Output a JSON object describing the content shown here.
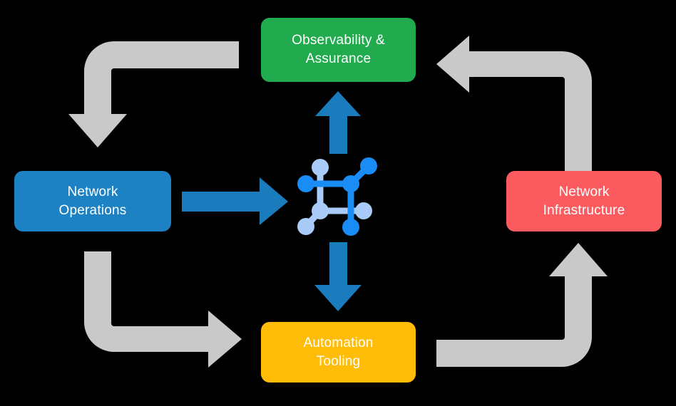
{
  "diagram": {
    "type": "cycle-diagram",
    "background_color": "#000000",
    "nodes": [
      {
        "id": "observability",
        "label_line1": "Observability &",
        "label_line2": "Assurance",
        "color": "#22aa4e",
        "position": "top"
      },
      {
        "id": "network-operations",
        "label_line1": "Network",
        "label_line2": "Operations",
        "color": "#1d82c4",
        "position": "left"
      },
      {
        "id": "network-infrastructure",
        "label_line1": "Network",
        "label_line2": "Infrastructure",
        "color": "#fb5b5f",
        "position": "right"
      },
      {
        "id": "automation-tooling",
        "label_line1": "Automation",
        "label_line2": "Tooling",
        "color": "#ffbc09",
        "position": "bottom"
      }
    ],
    "center": {
      "id": "network-topology-icon",
      "icon_name": "network-topology-icon",
      "colors": {
        "dark": "#1a8cf5",
        "light": "#a8cbf7"
      }
    },
    "connectors": {
      "primary_color": "#1a7bbd",
      "secondary_color": "#c9c9c9",
      "arrows": [
        {
          "id": "netops-to-center",
          "from": "network-operations",
          "to": "network-topology-icon",
          "style": "straight",
          "direction": "right",
          "color": "#1a7bbd"
        },
        {
          "id": "center-to-observability",
          "from": "network-topology-icon",
          "to": "observability",
          "style": "straight",
          "direction": "up",
          "color": "#1a7bbd"
        },
        {
          "id": "center-to-automation",
          "from": "network-topology-icon",
          "to": "automation-tooling",
          "style": "straight",
          "direction": "down",
          "color": "#1a7bbd"
        },
        {
          "id": "observability-to-netops",
          "from": "observability",
          "to": "network-operations",
          "style": "elbow",
          "direction": "down",
          "color": "#c9c9c9"
        },
        {
          "id": "netops-to-automation",
          "from": "network-operations",
          "to": "automation-tooling",
          "style": "elbow",
          "direction": "right",
          "color": "#c9c9c9"
        },
        {
          "id": "netinfra-to-observability",
          "from": "network-infrastructure",
          "to": "observability",
          "style": "elbow",
          "direction": "left",
          "color": "#c9c9c9"
        },
        {
          "id": "automation-to-netinfra",
          "from": "automation-tooling",
          "to": "network-infrastructure",
          "style": "elbow",
          "direction": "up",
          "color": "#c9c9c9"
        }
      ]
    }
  }
}
